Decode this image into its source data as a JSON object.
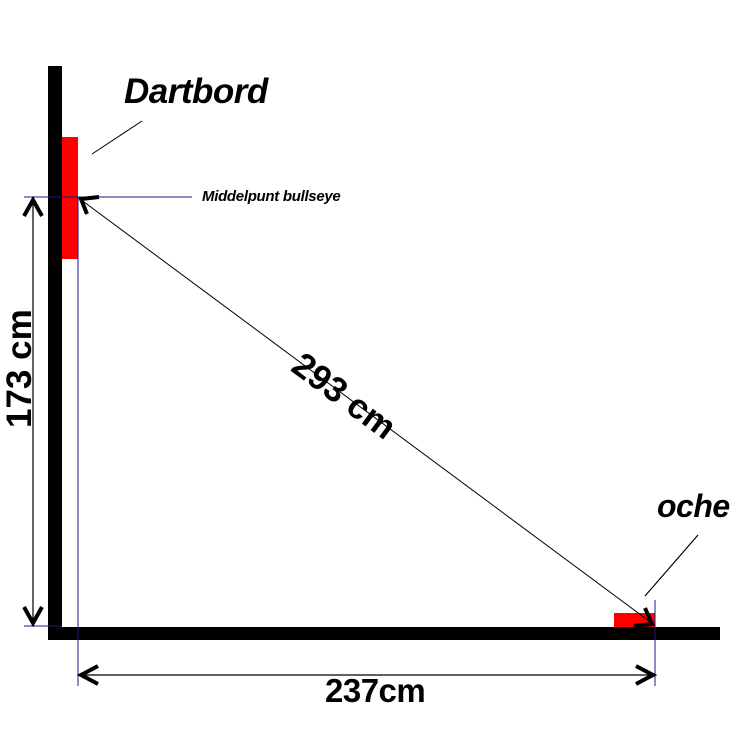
{
  "diagram": {
    "title": "Dartbord",
    "bullseye_label": "Middelpunt bullseye",
    "oche_label": "oche",
    "dimensions": {
      "height_label": "173 cm",
      "diagonal_label": "293 cm",
      "horizontal_label": "237cm"
    },
    "measurements": {
      "bullseye_height_cm": 173,
      "throw_distance_cm": 237,
      "diagonal_distance_cm": 293
    },
    "colors": {
      "wall_floor": "#000000",
      "dartboard": "#ff0000",
      "oche": "#ff0000",
      "guide_lines": "#1a1a8c",
      "dimension_lines": "#000000",
      "background": "#ffffff"
    }
  }
}
